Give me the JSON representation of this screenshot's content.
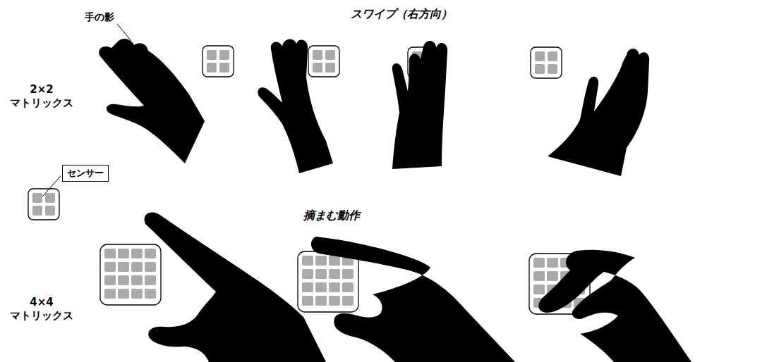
{
  "diagram": {
    "nodes": [
      {
        "text": [
          "センサー"
        ]
      }
    ],
    "labels": [
      "手の影",
      "スワイプ（右方向）",
      "2×2 マトリックス",
      "摘まむ動作",
      "4×4 マトリックス"
    ]
  }
}
